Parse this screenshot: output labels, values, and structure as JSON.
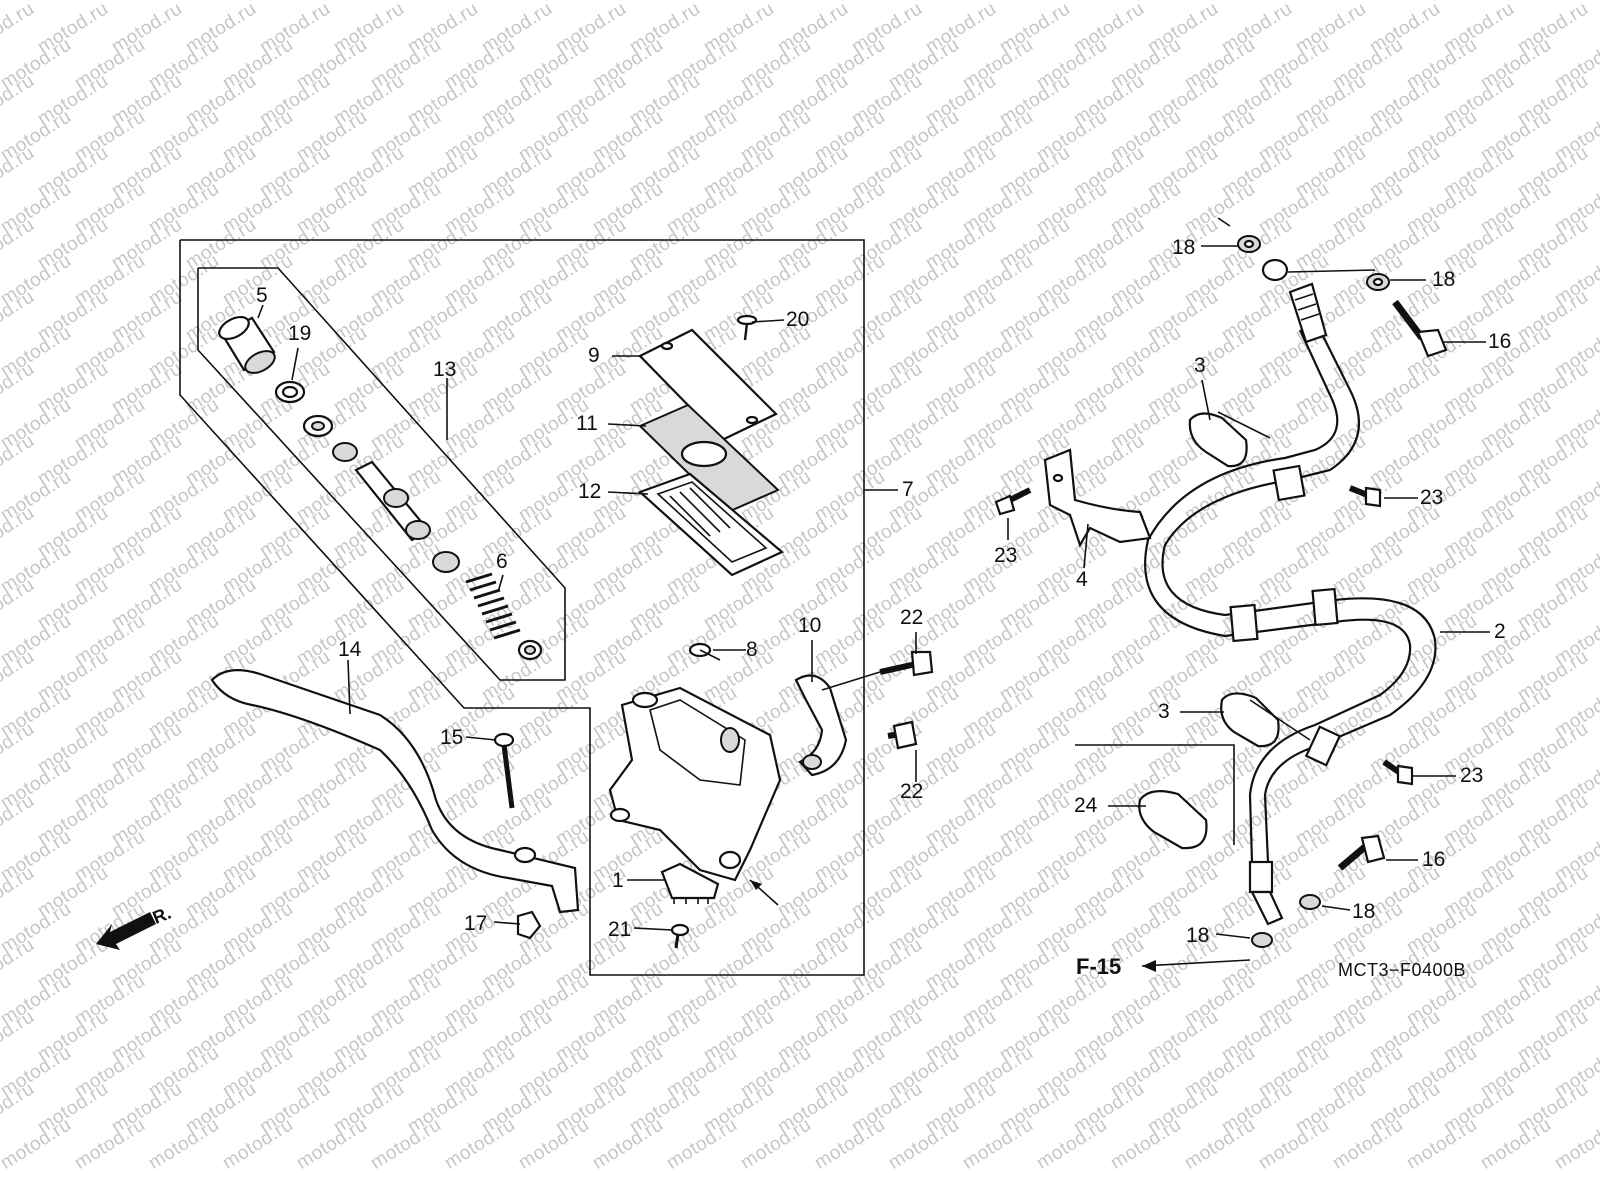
{
  "watermark": {
    "text": "motod.ru"
  },
  "diagram": {
    "callouts": {
      "c1": "1",
      "c2": "2",
      "c3a": "3",
      "c3b": "3",
      "c4": "4",
      "c5": "5",
      "c6": "6",
      "c7": "7",
      "c8": "8",
      "c9": "9",
      "c10": "10",
      "c11": "11",
      "c12": "12",
      "c13": "13",
      "c14": "14",
      "c15": "15",
      "c16a": "16",
      "c16b": "16",
      "c17": "17",
      "c18a": "18",
      "c18b": "18",
      "c18c": "18",
      "c18d": "18",
      "c19": "19",
      "c20": "20",
      "c21": "21",
      "c22a": "22",
      "c22b": "22",
      "c23a": "23",
      "c23b": "23",
      "c23c": "23",
      "c24": "24"
    },
    "front_indicator": "FR.",
    "page_ref": "F-15",
    "drawing_code": "MCT3−F0400B"
  }
}
